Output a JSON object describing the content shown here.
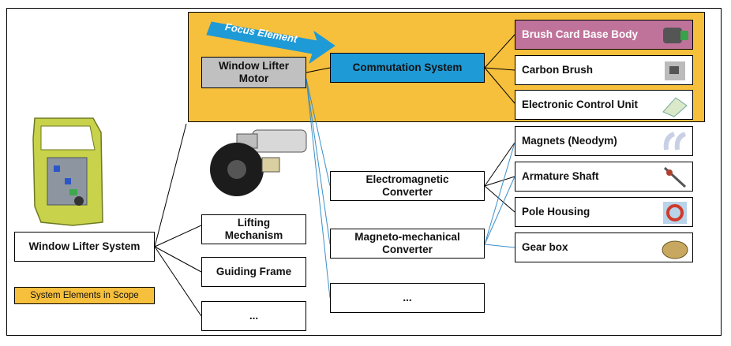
{
  "diagram": {
    "focus_label": "Focus Element",
    "legend_label": "System Elements in Scope",
    "nodes": {
      "window_lifter_system": "Window Lifter System",
      "window_lifter_motor": "Window Lifter\nMotor",
      "lifting_mechanism": "Lifting\nMechanism",
      "guiding_frame": "Guiding Frame",
      "ellipsis_level2": "...",
      "commutation_system": "Commutation System",
      "electromagnetic_converter": "Electromagnetic\nConverter",
      "magneto_mechanical_converter": "Magneto-mechanical\nConverter",
      "ellipsis_level3": "...",
      "brush_card_base_body": "Brush Card Base Body",
      "carbon_brush": "Carbon Brush",
      "electronic_control_unit": "Electronic Control Unit",
      "magnets": "Magnets (Neodym)",
      "armature_shaft": "Armature Shaft",
      "pole_housing": "Pole Housing",
      "gear_box": "Gear box"
    },
    "colors": {
      "scope_fill": "#f6bf3c",
      "focus_box": "#1e9ad6",
      "arrow_blue": "#1e9ad6",
      "motor_box": "#c0c0c0",
      "brush_card_box": "#c0739a",
      "connector_blue": "#3a8fc8"
    }
  }
}
